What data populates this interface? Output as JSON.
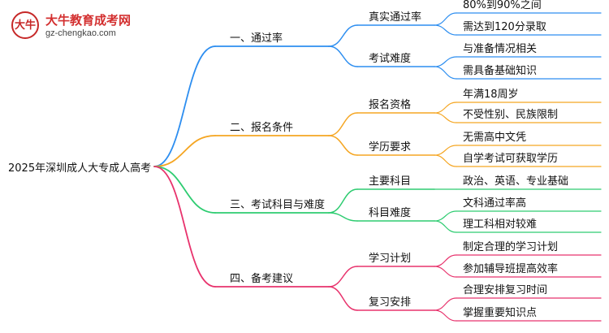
{
  "logo": {
    "mark": "大牛",
    "name": "大牛教育成考网",
    "url": "gz-chengkao.com"
  },
  "root": "2025年深圳成人大专成人高考",
  "colors": {
    "blue": "#2d8ef0",
    "orange": "#f5a623",
    "green": "#2ecc71",
    "pink": "#e8336d"
  },
  "branches": [
    {
      "label": "一、通过率",
      "color": "blue",
      "children": [
        {
          "label": "真实通过率",
          "leaves": [
            "80%到90%之间",
            "需达到120分录取"
          ]
        },
        {
          "label": "考试难度",
          "leaves": [
            "与准备情况相关",
            "需具备基础知识"
          ]
        }
      ]
    },
    {
      "label": "二、报名条件",
      "color": "orange",
      "children": [
        {
          "label": "报名资格",
          "leaves": [
            "年满18周岁",
            "不受性别、民族限制"
          ]
        },
        {
          "label": "学历要求",
          "leaves": [
            "无需高中文凭",
            "自学考试可获取学历"
          ]
        }
      ]
    },
    {
      "label": "三、考试科目与难度",
      "color": "green",
      "children": [
        {
          "label": "主要科目",
          "leaves": [
            "政治、英语、专业基础"
          ]
        },
        {
          "label": "科目难度",
          "leaves": [
            "文科通过率高",
            "理工科相对较难"
          ]
        }
      ]
    },
    {
      "label": "四、备考建议",
      "color": "pink",
      "children": [
        {
          "label": "学习计划",
          "leaves": [
            "制定合理的学习计划",
            "参加辅导班提高效率"
          ]
        },
        {
          "label": "复习安排",
          "leaves": [
            "合理安排复习时间",
            "掌握重要知识点"
          ]
        }
      ]
    }
  ]
}
